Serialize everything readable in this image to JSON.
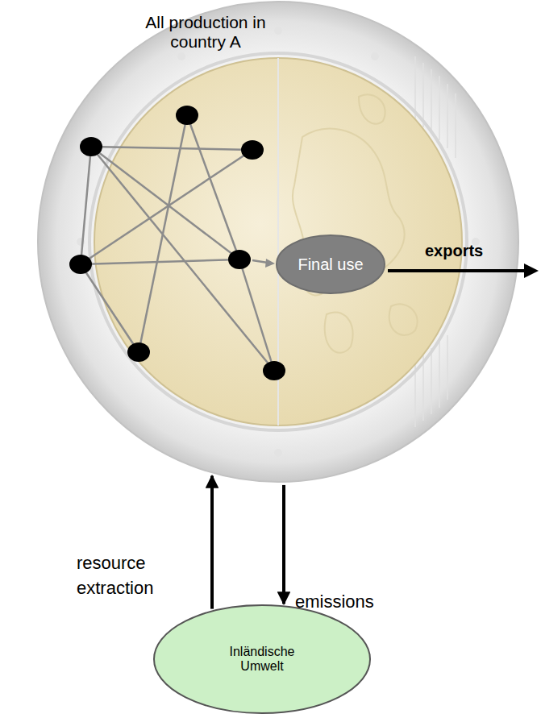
{
  "diagram": {
    "nodes": [
      {
        "text": [
          "All production in country A"
        ]
      },
      {
        "text": [
          "Final use"
        ],
        "in": 0
      },
      {
        "text": [
          "Inländische Umwelt"
        ]
      }
    ],
    "edges": [
      {
        "from": 2,
        "to": 0,
        "label": "resource extraction",
        "arrow": "to"
      },
      {
        "from": 0,
        "to": 2,
        "label": "emissions",
        "arrow": "to"
      }
    ],
    "labels": [
      "exports"
    ]
  }
}
